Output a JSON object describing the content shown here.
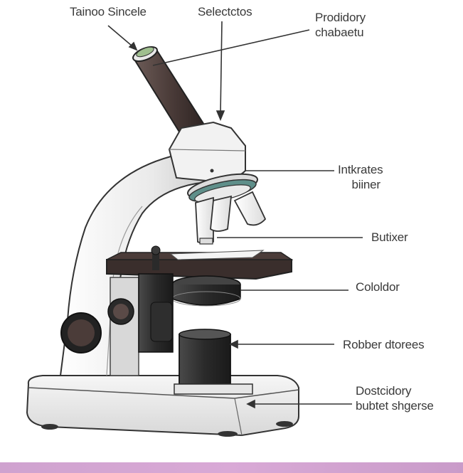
{
  "labels": {
    "eyepiece": "Tainoo Sincele",
    "selector": "Selectctos",
    "prediction": [
      "Prodidory",
      "chabaetu"
    ],
    "lens_turret": [
      "Intkrates",
      "biiner"
    ],
    "butter": "Butixer",
    "condenser": "Cololdor",
    "robber_drawer": "Robber dtorees",
    "base": [
      "Dostcidory",
      "bubtet shgerse"
    ]
  },
  "colors": {
    "line": "#333333",
    "body_white": "#eeeeee",
    "shadow_grey": "#b8b8b8",
    "dark": "#2b2b2b",
    "tube_brown": "#4e3f3c",
    "lens_teal": "#5f8f8a",
    "band_pink": "#d4a5d2"
  }
}
